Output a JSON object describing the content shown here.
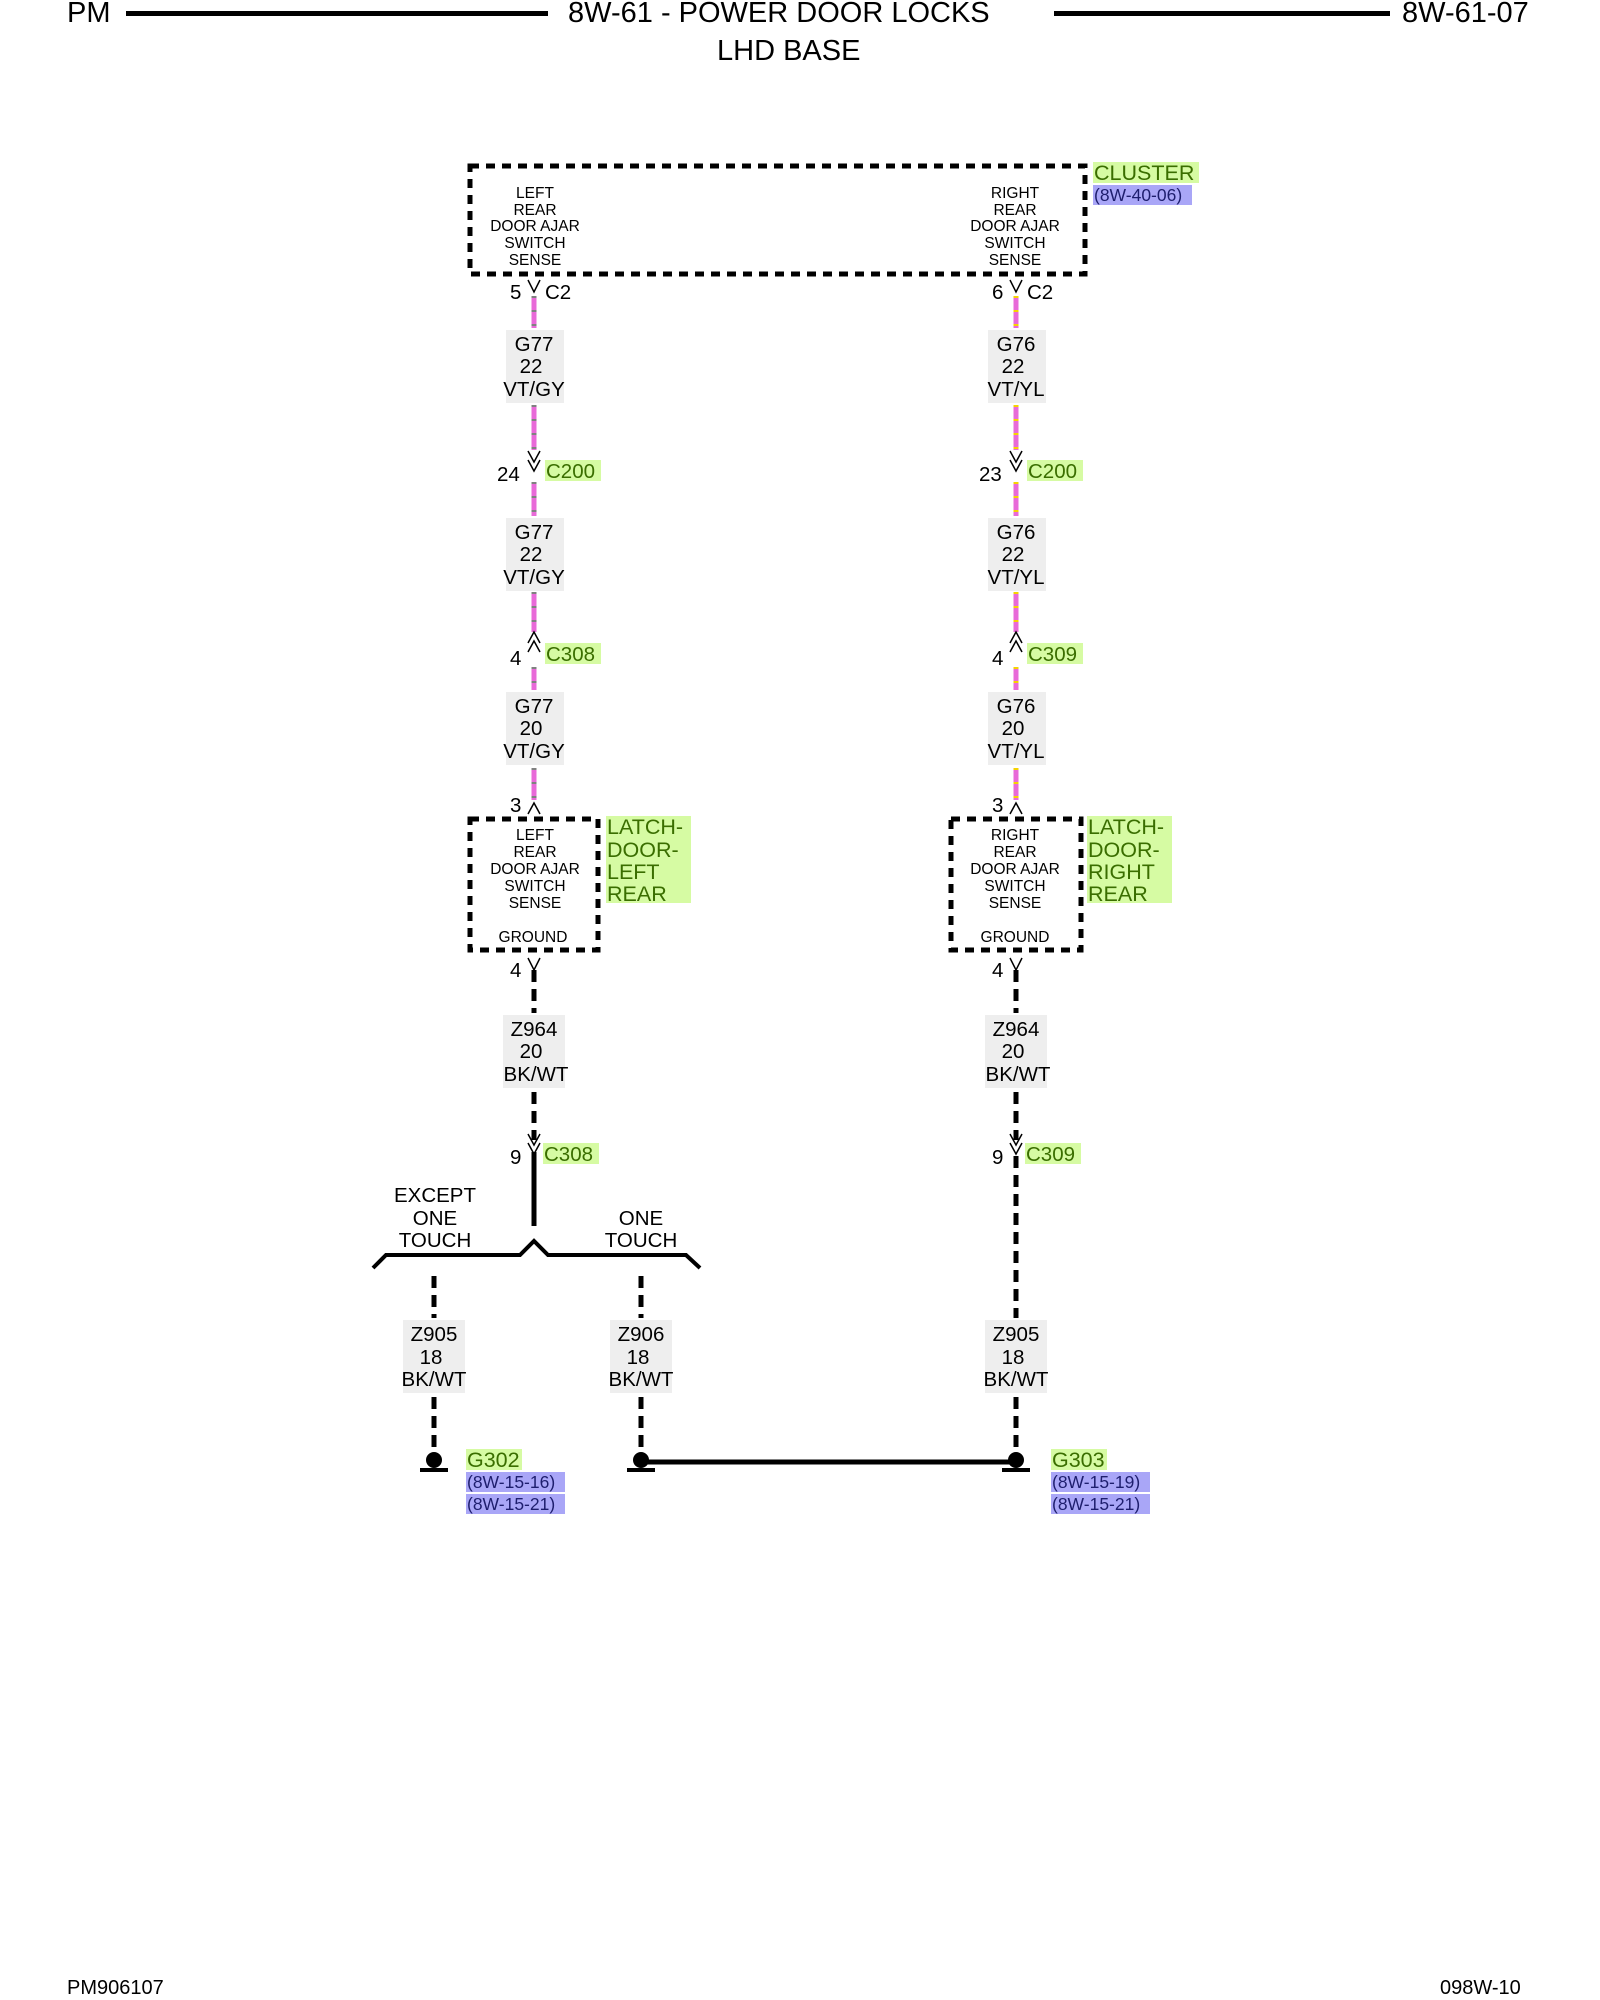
{
  "header": {
    "left": "PM",
    "title": "8W-61 - POWER DOOR LOCKS",
    "subtitle": "LHD BASE",
    "page": "8W-61-07"
  },
  "footer": {
    "left": "PM906107",
    "right": "098W-10"
  },
  "colors": {
    "violet": "#e86ad8",
    "gray": "#808080",
    "yellow": "#f5d200",
    "black": "#000000",
    "component_highlight": "#d6fba3",
    "reference_highlight": "#a9a6f7"
  },
  "cluster": {
    "name": "CLUSTER",
    "ref": "(8W-40-06)",
    "left_lines": [
      "LEFT",
      "REAR",
      "DOOR AJAR",
      "SWITCH",
      "SENSE"
    ],
    "right_lines": [
      "RIGHT",
      "REAR",
      "DOOR AJAR",
      "SWITCH",
      "SENSE"
    ]
  },
  "left": {
    "cluster_pin": "5",
    "cluster_conn": "C2",
    "wire1": [
      "G77",
      "22",
      "VT/GY"
    ],
    "c200_pin": "24",
    "c200_conn": "C200",
    "wire2": [
      "G77",
      "22",
      "VT/GY"
    ],
    "door_pin": "4",
    "door_conn": "C308",
    "wire3": [
      "G77",
      "20",
      "VT/GY"
    ],
    "latch_pin": "3",
    "latch_lines": [
      "LEFT",
      "REAR",
      "DOOR AJAR",
      "SWITCH",
      "SENSE"
    ],
    "latch_ground": "GROUND",
    "latch_name": [
      "LATCH-",
      "DOOR-",
      "LEFT",
      "REAR"
    ],
    "ground_pin": "4",
    "wire4": [
      "Z964",
      "20",
      "BK/WT"
    ],
    "gnd_conn_pin": "9",
    "gnd_conn": "C308",
    "branch_except": [
      "EXCEPT",
      "ONE",
      "TOUCH"
    ],
    "branch_one": [
      "ONE",
      "TOUCH"
    ],
    "wire5": [
      "Z905",
      "18",
      "BK/WT"
    ],
    "wire6": [
      "Z906",
      "18",
      "BK/WT"
    ],
    "ground_name": "G302",
    "ground_refs": [
      "(8W-15-16)",
      "(8W-15-21)"
    ]
  },
  "right": {
    "cluster_pin": "6",
    "cluster_conn": "C2",
    "wire1": [
      "G76",
      "22",
      "VT/YL"
    ],
    "c200_pin": "23",
    "c200_conn": "C200",
    "wire2": [
      "G76",
      "22",
      "VT/YL"
    ],
    "door_pin": "4",
    "door_conn": "C309",
    "wire3": [
      "G76",
      "20",
      "VT/YL"
    ],
    "latch_pin": "3",
    "latch_lines": [
      "RIGHT",
      "REAR",
      "DOOR AJAR",
      "SWITCH",
      "SENSE"
    ],
    "latch_ground": "GROUND",
    "latch_name": [
      "LATCH-",
      "DOOR-",
      "RIGHT",
      "REAR"
    ],
    "ground_pin": "4",
    "wire4": [
      "Z964",
      "20",
      "BK/WT"
    ],
    "gnd_conn_pin": "9",
    "gnd_conn": "C309",
    "wire5": [
      "Z905",
      "18",
      "BK/WT"
    ],
    "ground_name": "G303",
    "ground_refs": [
      "(8W-15-19)",
      "(8W-15-21)"
    ]
  }
}
